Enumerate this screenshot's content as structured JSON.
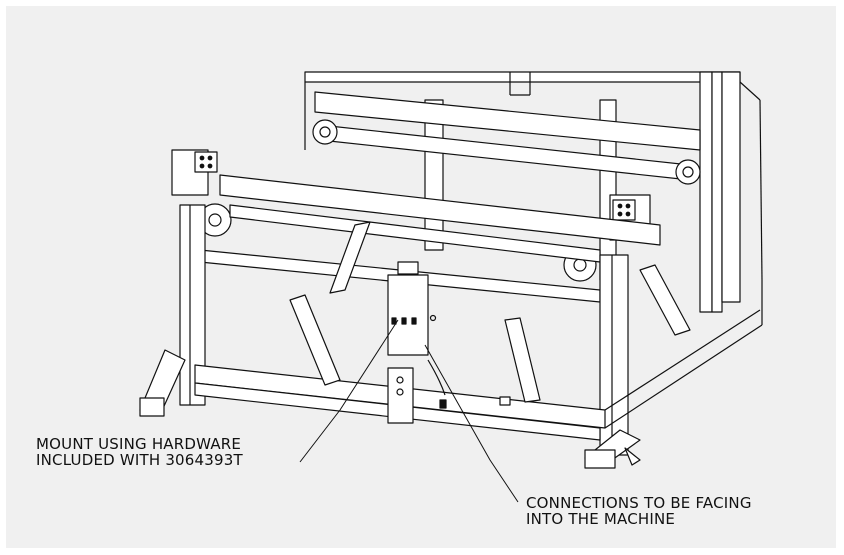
{
  "drawing": {
    "background": "#f0f0f0",
    "line_color": "#111111"
  },
  "callouts": {
    "mount": {
      "line1": "MOUNT USING HARDWARE",
      "line2": "INCLUDED WITH 3064393T"
    },
    "connections": {
      "line1": "CONNECTIONS TO BE FACING",
      "line2": "INTO THE MACHINE"
    }
  }
}
